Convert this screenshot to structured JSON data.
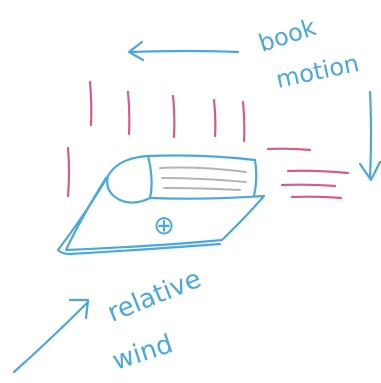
{
  "labels": {
    "book_motion_word1": "book",
    "book_motion_word2": "motion",
    "relative_wind_word1": "relative",
    "relative_wind_word2": "wind",
    "center_of_gravity_symbol": "⊕"
  },
  "colors": {
    "background": "#ffffff",
    "blue_ink": "#4aa8dc",
    "magenta_ink": "#d85a8c",
    "gray_ink": "#b4b4b4"
  }
}
